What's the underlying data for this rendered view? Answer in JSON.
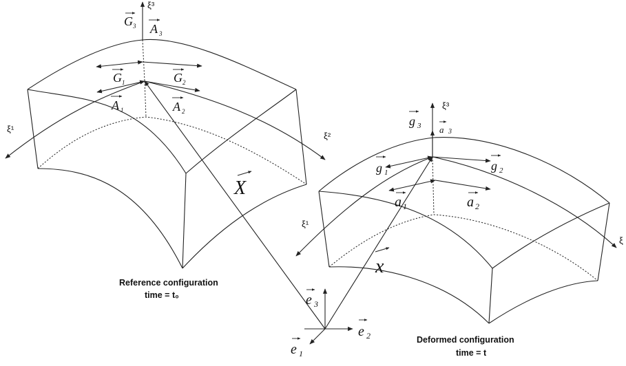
{
  "reference": {
    "caption_line1": "Reference configuration",
    "caption_line2": "time = t₀",
    "xi1": "ξ¹",
    "xi2": "ξ²",
    "xi3": "ξ³",
    "G1": "G",
    "G1_sub": "1",
    "G2": "G",
    "G2_sub": "2",
    "G3": "G",
    "G3_sub": "3",
    "A1": "A",
    "A1_sub": "1",
    "A2": "A",
    "A2_sub": "2",
    "A3": "A",
    "A3_sub": "3",
    "X": "X"
  },
  "deformed": {
    "caption_line1": "Deformed configuration",
    "caption_line2": "time = t",
    "xi1": "ξ¹",
    "xi2": "ξ",
    "xi3": "ξ³",
    "g1": "g",
    "g1_sub": "1",
    "g2": "g",
    "g2_sub": "2",
    "g3": "g",
    "g3_sub": "3",
    "a1": "a",
    "a1_sub": "1",
    "a2": "a",
    "a2_sub": "2",
    "a3": "a",
    "a3_sub": "3",
    "x": "x"
  },
  "basis": {
    "e1": "e",
    "e1_sub": "1",
    "e2": "e",
    "e2_sub": "2",
    "e3": "e",
    "e3_sub": "3"
  }
}
